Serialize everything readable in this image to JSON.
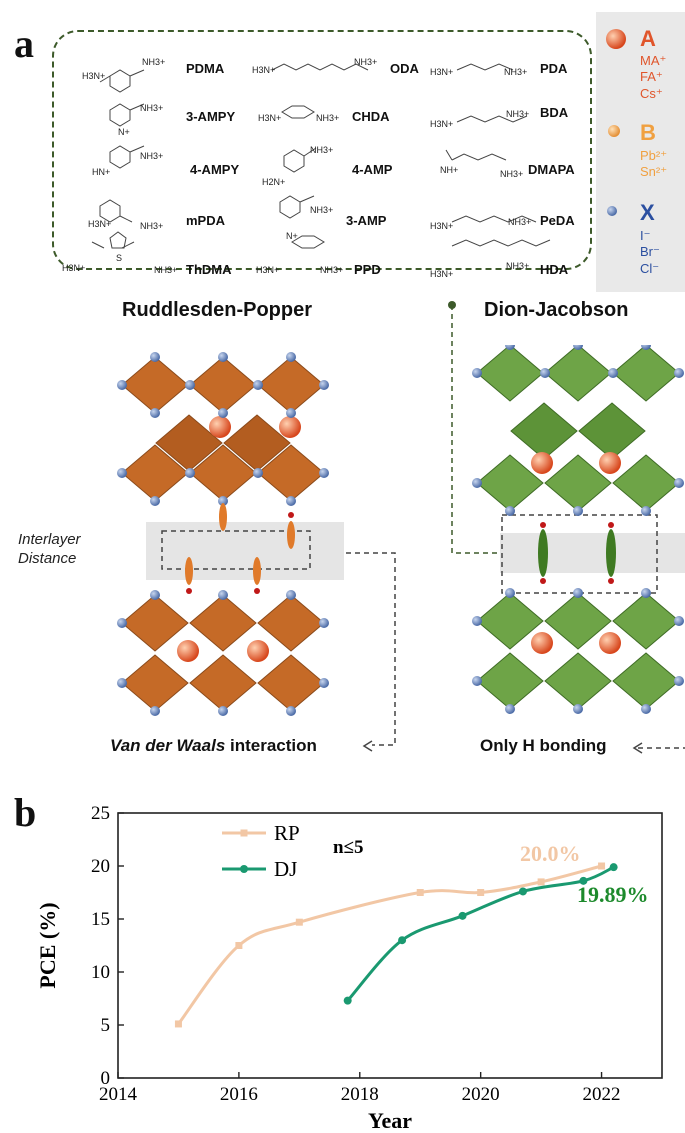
{
  "panel_a": {
    "letter": "a",
    "molecules": [
      {
        "name": "PDMA"
      },
      {
        "name": "ODA"
      },
      {
        "name": "PDA"
      },
      {
        "name": "3-AMPY"
      },
      {
        "name": "CHDA"
      },
      {
        "name": "BDA"
      },
      {
        "name": "4-AMPY"
      },
      {
        "name": "4-AMP"
      },
      {
        "name": "DMAPA"
      },
      {
        "name": "mPDA"
      },
      {
        "name": "3-AMP"
      },
      {
        "name": "PeDA"
      },
      {
        "name": "ThDMA"
      },
      {
        "name": "PPD"
      },
      {
        "name": "HDA"
      }
    ],
    "fragments": {
      "h3n": "H3N+",
      "nh3": "NH3+",
      "hn": "HN+",
      "h2n": "H2N+",
      "nh": "NH+",
      "n": "N+",
      "s": "S"
    },
    "legend": {
      "A": {
        "label": "A",
        "ions": "MA⁺\nFA⁺\nCs⁺",
        "color": "#e0552b"
      },
      "B": {
        "label": "B",
        "ions": "Pb²⁺\nSn²⁺",
        "color": "#f0a040"
      },
      "X": {
        "label": "X",
        "ions": "I⁻\nBr⁻\nCl⁻",
        "color": "#2b4fa0"
      }
    },
    "rp": {
      "title": "Ruddlesden-Popper",
      "interlayer": "Interlayer\nDistance",
      "caption_italic": "Van der Waals",
      "caption_rest": " interaction"
    },
    "dj": {
      "title": "Dion-Jacobson",
      "caption": "Only H bonding"
    }
  },
  "panel_b": {
    "letter": "b"
  },
  "chart_data": {
    "type": "line",
    "title": "",
    "xlabel": "Year",
    "ylabel": "PCE (%)",
    "xlim": [
      2014,
      2023
    ],
    "ylim": [
      0,
      25
    ],
    "xticks": [
      "2014",
      "2016",
      "2018",
      "2020",
      "2022"
    ],
    "yticks": [
      "0",
      "5",
      "10",
      "15",
      "20",
      "25"
    ],
    "annotation": "n≤5",
    "legend_position": "top-left",
    "series": [
      {
        "name": "RP",
        "color": "#f2c7a5",
        "marker": "square",
        "x": [
          2015.0,
          2016.0,
          2017.0,
          2019.0,
          2020.0,
          2021.0,
          2022.0
        ],
        "y": [
          5.1,
          12.5,
          14.7,
          17.5,
          17.5,
          18.5,
          20.0
        ],
        "label": "20.0%"
      },
      {
        "name": "DJ",
        "color": "#1a9970",
        "marker": "circle",
        "x": [
          2017.8,
          2018.7,
          2019.7,
          2020.7,
          2021.7,
          2022.2
        ],
        "y": [
          7.3,
          13.0,
          15.3,
          17.6,
          18.6,
          19.89
        ],
        "label": "19.89%"
      }
    ],
    "label_colors": {
      "RP": "#f2c7a5",
      "DJ": "#1d8a2c"
    }
  }
}
